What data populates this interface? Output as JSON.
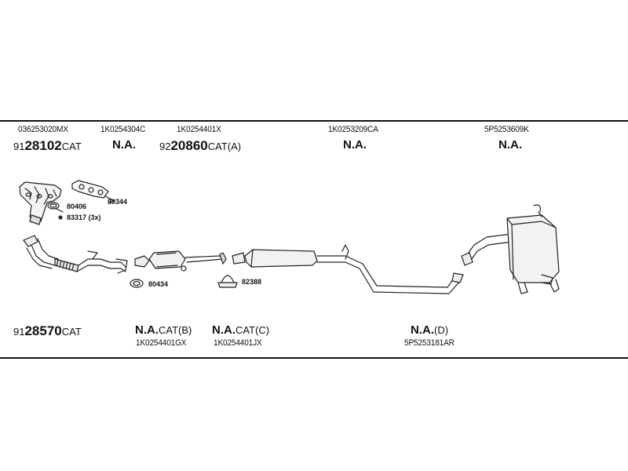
{
  "top_row": {
    "part_numbers": [
      "036253020MX",
      "1K0254304C",
      "1K0254401X",
      "1K0253209CA",
      "5P5253609K"
    ],
    "kit_code": {
      "prefix": "91",
      "number": "28102",
      "suffix": "CAT"
    },
    "na_1": "N.A.",
    "kit_code_2": {
      "prefix": "92",
      "number": "20860",
      "suffix": "CAT(A)"
    },
    "na_2": "N.A.",
    "na_3": "N.A."
  },
  "callouts": {
    "gasket_1": "80344",
    "gasket_2": "80406",
    "bolts": "83317 (3x)",
    "gasket_3": "80434",
    "clamp": "82388"
  },
  "bottom_row": {
    "kit_code": {
      "prefix": "91",
      "number": "28570",
      "suffix": "CAT"
    },
    "na_b": {
      "main": "N.A.",
      "suffix": "CAT(B)"
    },
    "na_c": {
      "main": "N.A.",
      "suffix": "CAT(C)"
    },
    "na_d": {
      "main": "N.A.",
      "suffix": "(D)"
    },
    "part_numbers": [
      "1K0254401GX",
      "1K0254401JX",
      "5P5253181AR"
    ]
  }
}
